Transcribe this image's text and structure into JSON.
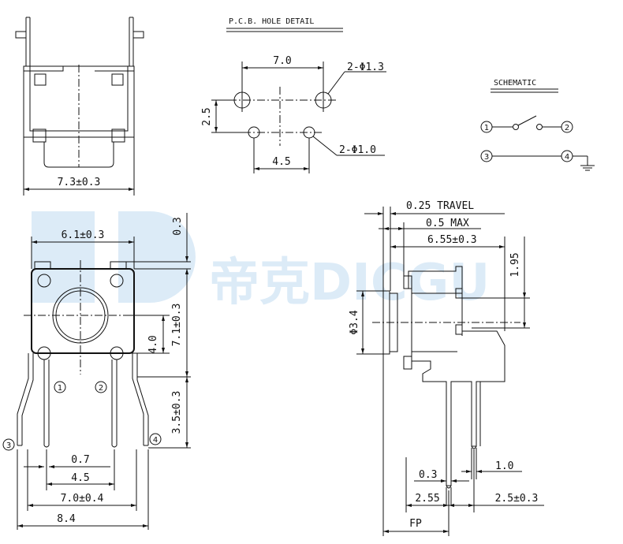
{
  "titles": {
    "pcb_hole_detail": "P.C.B. HOLE DETAIL",
    "schematic": "SCHEMATIC"
  },
  "watermark": {
    "logo": "D",
    "text": "帝克DICGU"
  },
  "top_view": {
    "width_dim": "7.3±0.3"
  },
  "pcb": {
    "pitch_x": "7.0",
    "pitch_y": "2.5",
    "small_pitch": "4.5",
    "large_hole": "2-Φ1.3",
    "small_hole": "2-Φ1.0"
  },
  "schematic": {
    "pins": [
      "1",
      "2",
      "3",
      "4"
    ]
  },
  "front_view": {
    "body_width": "6.1±0.3",
    "top_offset": "0.3",
    "body_height": "7.1±0.3",
    "hole_spacing": "4.0",
    "lead_length": "3.5±0.3",
    "lead_width": "0.7",
    "pin_pitch": "4.5",
    "outer_pitch": "7.0±0.4",
    "overall_width": "8.4",
    "pin_labels": [
      "1",
      "2",
      "3",
      "4"
    ]
  },
  "side_view": {
    "travel": "0.25 TRAVEL",
    "max": "0.5 MAX",
    "depth": "6.55±0.3",
    "height": "1.95",
    "diameter": "Φ3.4",
    "thickness": "0.3",
    "bend": "1.0",
    "offset": "2.55",
    "lead_pitch": "2.5±0.3",
    "fp": "FP"
  }
}
